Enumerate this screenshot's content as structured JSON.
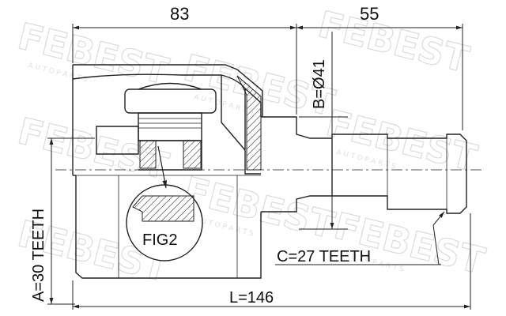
{
  "dimensions": {
    "top_left": "83",
    "top_right": "55",
    "diameter": "B=Ø41",
    "outer_teeth": "A=30 TEETH",
    "inner_teeth": "C=27 TEETH",
    "length": "L=146"
  },
  "detail_label": "FIG2",
  "watermark": {
    "brand": "FEBEST",
    "tagline": "A U T O   P A R T S"
  },
  "colors": {
    "line": "#222222",
    "watermark": "#dcdcdc"
  }
}
